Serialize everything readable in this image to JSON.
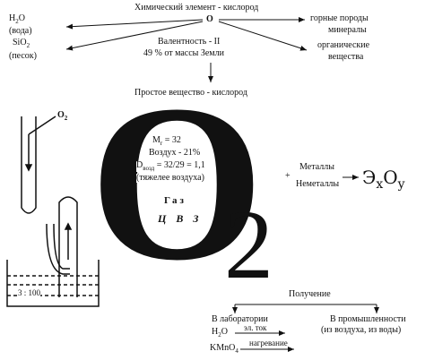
{
  "top": {
    "title": "Химический элемент - кислород",
    "center_symbol": "O",
    "valence": "Валентность - II",
    "mass_share": "49 % от массы Земли"
  },
  "left": {
    "water_formula": "H2O",
    "water_name": "(вода)",
    "sand_formula": "SiO2",
    "sand_name": "(песок)"
  },
  "right": {
    "rocks_line1": "горные породы",
    "rocks_line2": "минералы",
    "organic_line1": "органические",
    "organic_line2": "вещества"
  },
  "simple": "Простое вещество - кислород",
  "big_symbol": "O",
  "big_index": "2",
  "tube_label": "O2",
  "ratio_label": "3 : 100",
  "props": {
    "mr": "Mr = 32",
    "air": "Воздух - 21%",
    "density": "Dвозд = 32/29 = 1,1",
    "heavier": "(тяжелее воздуха)",
    "gas": "Газ",
    "letters": "Ц В З"
  },
  "reaction": {
    "plus": "+",
    "metals": "Металлы",
    "nonmetals": "Неметаллы",
    "product": "ЭxOy"
  },
  "obtain": {
    "title": "Получение",
    "lab": "В лаборатории",
    "industry_line1": "В промышленности",
    "industry_line2": "(из воздуха, из воды)",
    "lab_eq1_left": "H2O",
    "lab_eq1_cond": "эл. ток",
    "lab_eq2_left": "KMnO4",
    "lab_eq2_cond": "нагревание"
  }
}
